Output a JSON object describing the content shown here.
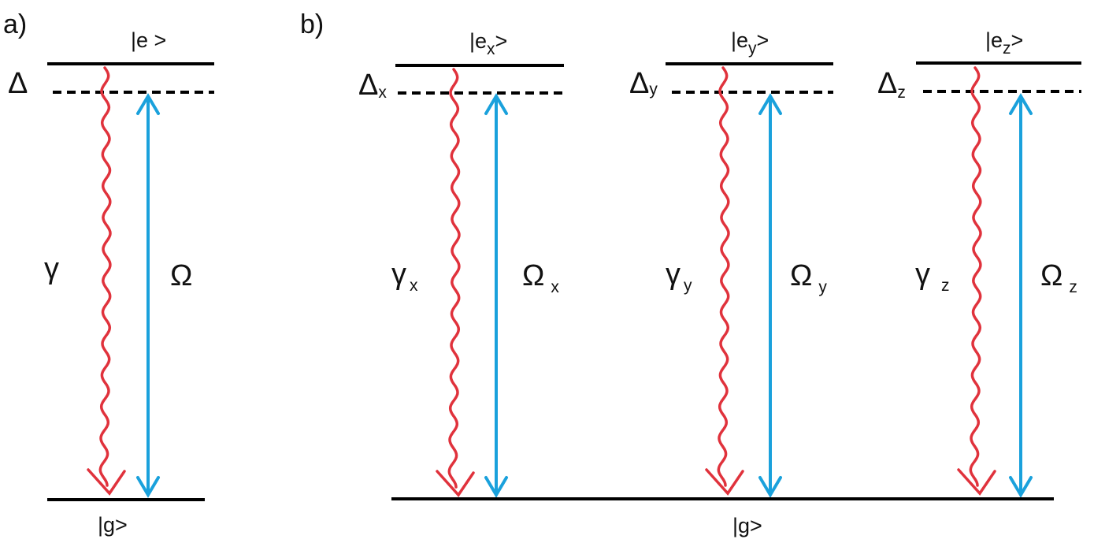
{
  "colors": {
    "decay": "#e0323c",
    "drive": "#1aa1dc",
    "level": "#000000"
  },
  "panel_a": {
    "label": "a)",
    "excited_state": "|e >",
    "ground_state": "|g>",
    "detuning": "Δ",
    "decay": "γ",
    "rabi": "Ω"
  },
  "panel_b": {
    "label": "b)",
    "ground_state": "|g>",
    "transitions": [
      {
        "state_prefix": "|e",
        "state_sub": "x",
        "state_suffix": ">",
        "detuning": "Δ",
        "detuning_sub": "x",
        "decay": "γ",
        "decay_sub": "x",
        "rabi": "Ω",
        "rabi_sub": "x"
      },
      {
        "state_prefix": "|e",
        "state_sub": "y",
        "state_suffix": ">",
        "detuning": "Δ",
        "detuning_sub": "y",
        "decay": "γ",
        "decay_sub": "y",
        "rabi": "Ω",
        "rabi_sub": "y"
      },
      {
        "state_prefix": "|e",
        "state_sub": "z",
        "state_suffix": ">",
        "detuning": "Δ",
        "detuning_sub": "z",
        "decay": "γ",
        "decay_sub": "z",
        "rabi": "Ω",
        "rabi_sub": "z"
      }
    ]
  }
}
